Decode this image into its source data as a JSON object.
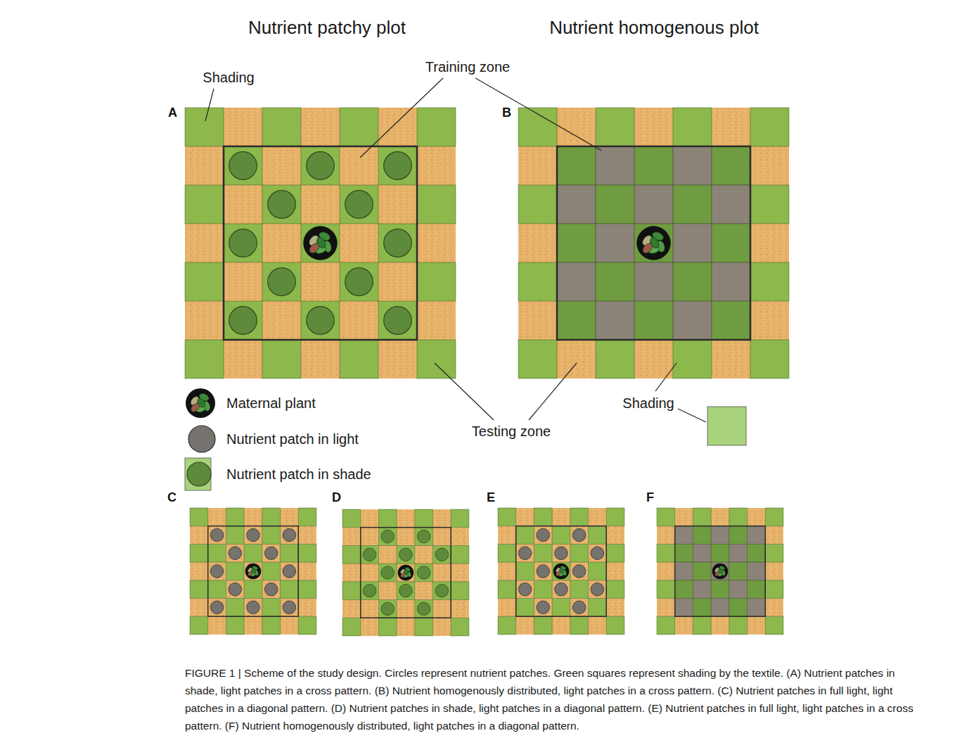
{
  "diagram": {
    "caption": "FIGURE 1 | Scheme of the study design. Circles represent nutrient patches. Green squares represent shading by the textile. (A) Nutrient patches in shade, light patches in a cross pattern. (B) Nutrient homogenously distributed, light patches in a cross pattern. (C) Nutrient patches in full light, light patches in a diagonal pattern. (D) Nutrient patches in shade, light patches in a diagonal pattern. (E) Nutrient patches in full light, light patches in a cross pattern. (F) Nutrient homogenously distributed, light patches in a diagonal pattern.",
    "nodes": [
      {
        "text": [
          "A"
        ]
      },
      {
        "text": [
          "B"
        ]
      },
      {
        "text": [
          "C"
        ]
      },
      {
        "text": [
          "D"
        ]
      },
      {
        "text": [
          "E"
        ]
      },
      {
        "text": [
          "F"
        ]
      }
    ],
    "labels": [
      "Nutrient patchy plot",
      "Nutrient homogenous plot",
      "Shading",
      "Training zone",
      "Testing zone",
      "Shading"
    ],
    "legend": [
      {
        "text": "Maternal plant"
      },
      {
        "text": "Nutrient patch in light"
      },
      {
        "text": "Nutrient patch in shade"
      }
    ]
  }
}
